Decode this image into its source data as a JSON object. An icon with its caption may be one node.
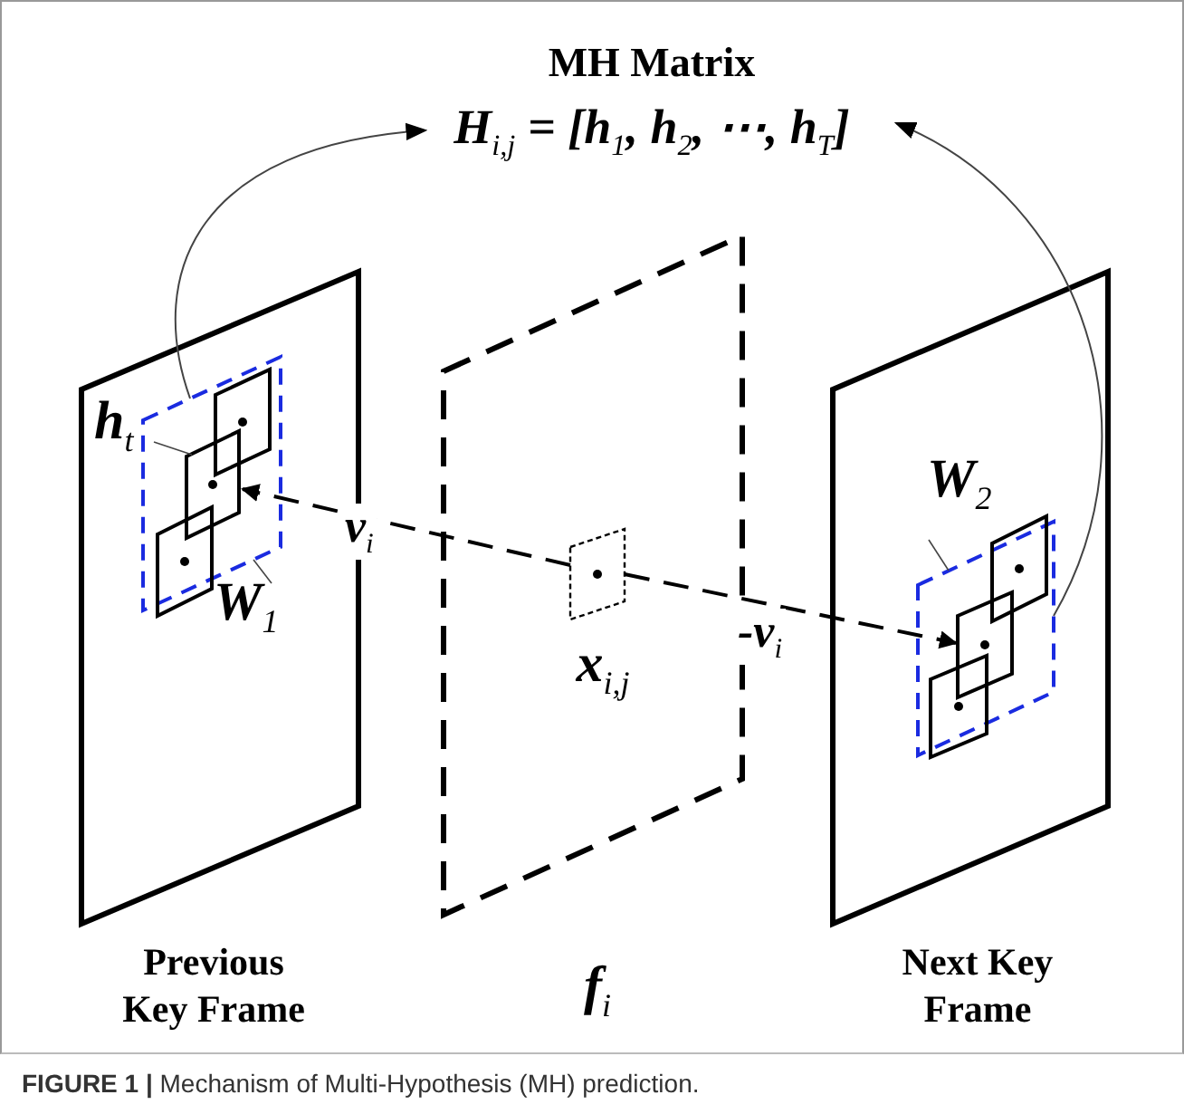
{
  "diagram": {
    "caption": "**FIGURE 1 |** Mechanism of Multi-Hypothesis (MH) prediction.",
    "nodes": [
      {
        "text": [
          "MH Matrix",
          "H$_{i,j}$ = [h$_{1}$, h$_{2}$, ⋯, h$_{T}$]"
        ]
      },
      {
        "text": [],
        "shape": "box",
        "beside": [
          "Previous Key Frame"
        ]
      },
      {
        "text": [],
        "shape": "box",
        "in": 1
      },
      {
        "text": [],
        "shape": "box",
        "in": 2
      },
      {
        "text": [],
        "shape": "box",
        "in": 2
      },
      {
        "text": [],
        "shape": "box",
        "in": 2
      },
      {
        "text": [
          "h$_{t}$"
        ],
        "in": 1
      },
      {
        "text": [
          "W$_{1}$"
        ],
        "in": 1
      },
      {
        "text": [],
        "shape": "box",
        "beside": [
          "f$_{i}$"
        ]
      },
      {
        "text": [],
        "shape": "box",
        "in": 8,
        "beside": [
          "x$_{i,j}$"
        ]
      },
      {
        "text": [],
        "shape": "box",
        "beside": [
          "Next Key Frame"
        ]
      },
      {
        "text": [],
        "shape": "box",
        "in": 10
      },
      {
        "text": [],
        "shape": "box",
        "in": 11
      },
      {
        "text": [],
        "shape": "box",
        "in": 11
      },
      {
        "text": [],
        "shape": "box",
        "in": 11
      },
      {
        "text": [
          "W$_{2}$"
        ],
        "in": 10
      }
    ],
    "edges": [
      {
        "from": 2,
        "to": 0,
        "arrow": "to"
      },
      {
        "from": 11,
        "to": 0,
        "arrow": "to"
      },
      {
        "from": 9,
        "to": 4,
        "arrow": "to",
        "style": "dashed",
        "label": "v$_{i}$"
      },
      {
        "from": 9,
        "to": 13,
        "arrow": "to",
        "style": "dashed",
        "label": "-v$_{i}$"
      },
      {
        "from": 6,
        "to": 4,
        "arrow": "none"
      },
      {
        "from": 7,
        "to": 2,
        "arrow": "none"
      },
      {
        "from": 15,
        "to": 11,
        "arrow": "none"
      }
    ]
  }
}
